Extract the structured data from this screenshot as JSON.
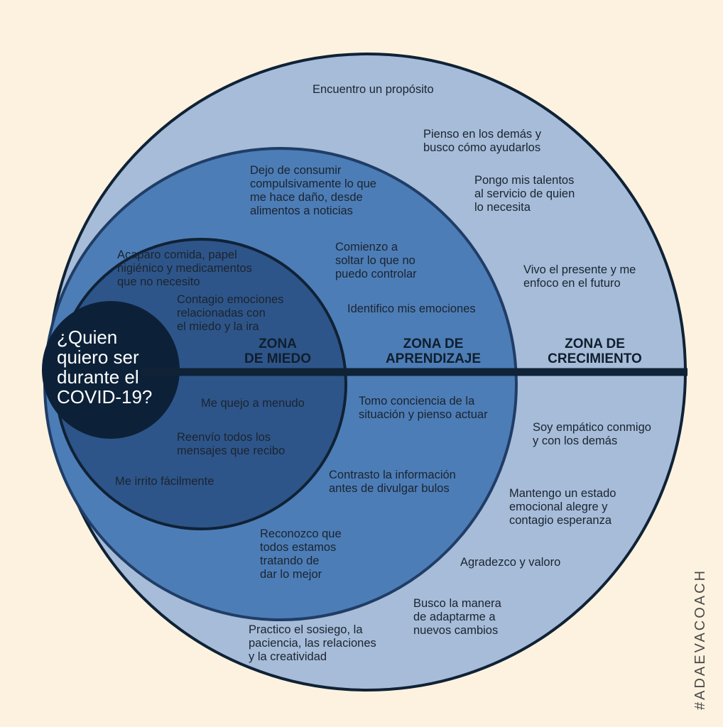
{
  "colors": {
    "background": "#fdf2df",
    "growth_zone": "#a6bcd8",
    "learning_zone": "#4d7db6",
    "fear_zone": "#2e5589",
    "center": "#0c2138",
    "outline": "#0f2236"
  },
  "center_question": "¿Quien\nquiero ser\ndurante el\nCOVID-19?",
  "zones": {
    "fear": "ZONA\nDE MIEDO",
    "learning": "ZONA DE\nAPRENDIZAJE",
    "growth": "ZONA DE\nCRECIMIENTO"
  },
  "fear_items": [
    "Acaparo comida, papel\nhigiénico y medicamentos\nque no necesito",
    "Contagio emociones\nrelacionadas con\nel miedo y la ira",
    "Me quejo a menudo",
    "Reenvío todos los\nmensajes que recibo",
    "Me irrito fácilmente"
  ],
  "learning_items": [
    "Dejo de consumir\ncompulsivamente lo que\nme hace daño, desde\nalimentos a noticias",
    "Comienzo a\nsoltar lo que no\npuedo controlar",
    "Identifico mis emociones",
    "Tomo conciencia de la\nsituación y pienso actuar",
    "Contrasto la información\nantes de divulgar bulos",
    "Reconozco que\ntodos estamos\ntratando de\ndar lo mejor"
  ],
  "growth_items": [
    "Encuentro un propósito",
    "Pienso en los demás y\nbusco cómo ayudarlos",
    "Pongo mis talentos\nal servicio de quien\nlo necesita",
    "Vivo el presente y me\nenfoco en el futuro",
    "Soy empático conmigo\ny con los demás",
    "Mantengo un estado\nemocional alegre y\ncontagio esperanza",
    "Agradezco y valoro",
    "Busco la manera\nde adaptarme a\nnuevos cambios",
    "Practico el sosiego, la\npaciencia, las relaciones\ny la creatividad"
  ],
  "hashtag": "#ADAEVACOACH"
}
